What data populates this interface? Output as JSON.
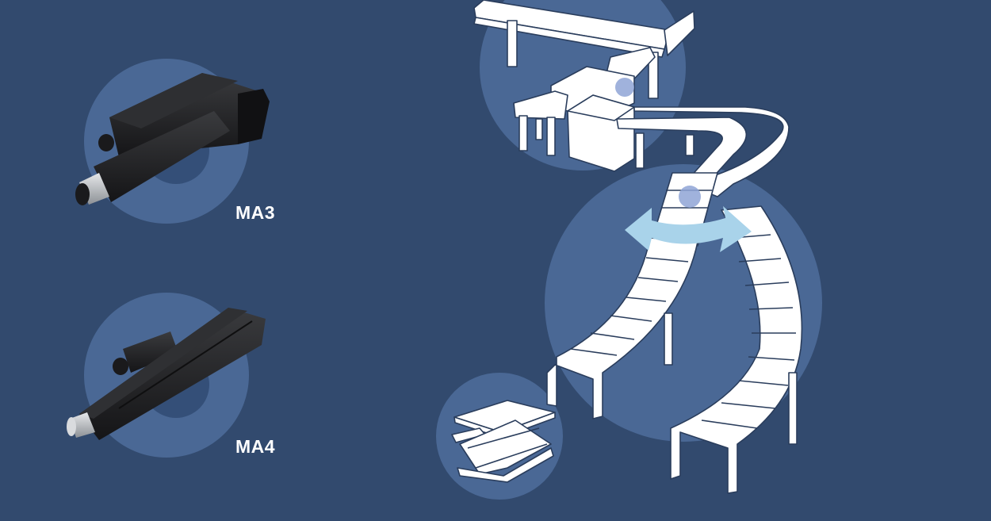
{
  "colors": {
    "background": "#324a6e",
    "circle": "#4a6895",
    "circle_inner": "#344f78",
    "conveyor_fill": "#ffffff",
    "conveyor_line": "#2a3d5c",
    "arrow": "#a9d3ea",
    "marker": "#8fa5d6",
    "actuator_body": "#1c1c1e",
    "actuator_highlight": "#3a3b3e",
    "rod": "#b9bcc0",
    "label_text": "#ffffff"
  },
  "products": [
    {
      "label": "MA3",
      "icon": "linear-actuator-icon"
    },
    {
      "label": "MA4",
      "icon": "linear-actuator-icon"
    }
  ],
  "illustration": {
    "subject": "conveyor-system-illustration",
    "icons": [
      "curved-conveyor-icon",
      "swap-arrow-icon",
      "scissor-lift-icon",
      "actuator-position-marker-icon"
    ]
  }
}
